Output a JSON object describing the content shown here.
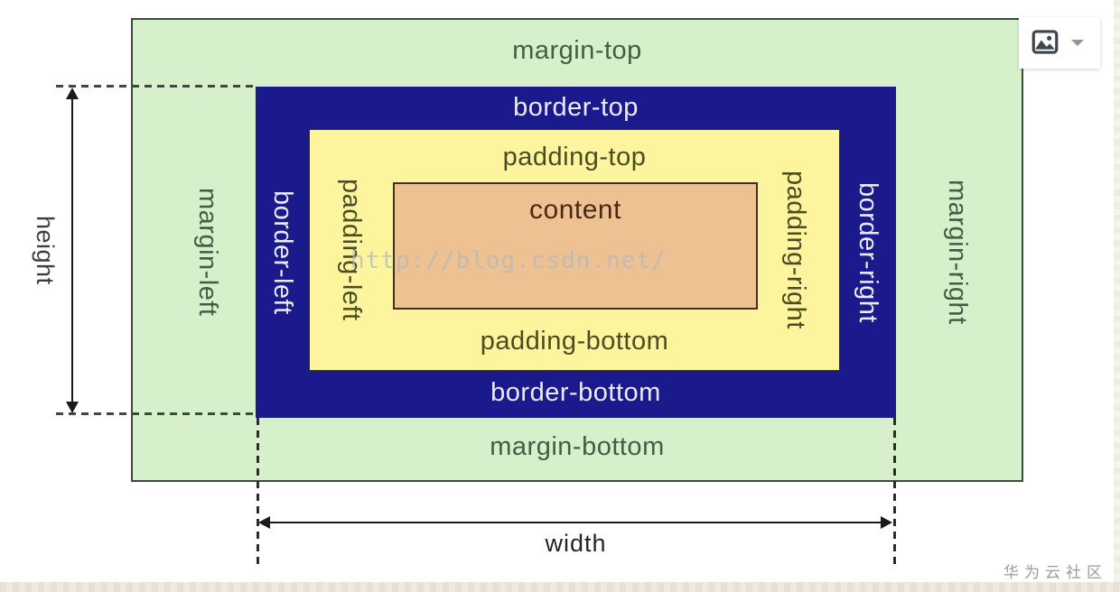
{
  "page": {
    "background": "#ffffff",
    "watermark_text": "http://blog.csdn.net/",
    "footer_badge": "华为云社区"
  },
  "toolbar": {
    "image_icon": "image-icon",
    "dropdown_icon": "chevron-down-icon"
  },
  "diagram": {
    "type": "css-box-model",
    "colors": {
      "margin_area": "#d5f0cb",
      "border_area": "#1a1a8c",
      "padding_area": "#fdf49e",
      "content_area": "#eec193",
      "margin_label": "#3f6045",
      "border_label": "#eaeaf8",
      "padding_label": "#4c4c22",
      "content_label": "#4b2a12"
    },
    "labels": {
      "margin_top": "margin-top",
      "margin_right": "margin-right",
      "margin_bottom": "margin-bottom",
      "margin_left": "margin-left",
      "border_top": "border-top",
      "border_right": "border-right",
      "border_bottom": "border-bottom",
      "border_left": "border-left",
      "padding_top": "padding-top",
      "padding_right": "padding-right",
      "padding_bottom": "padding-bottom",
      "padding_left": "padding-left",
      "content": "content"
    },
    "dimensions": {
      "height_label": "height",
      "width_label": "width"
    }
  }
}
